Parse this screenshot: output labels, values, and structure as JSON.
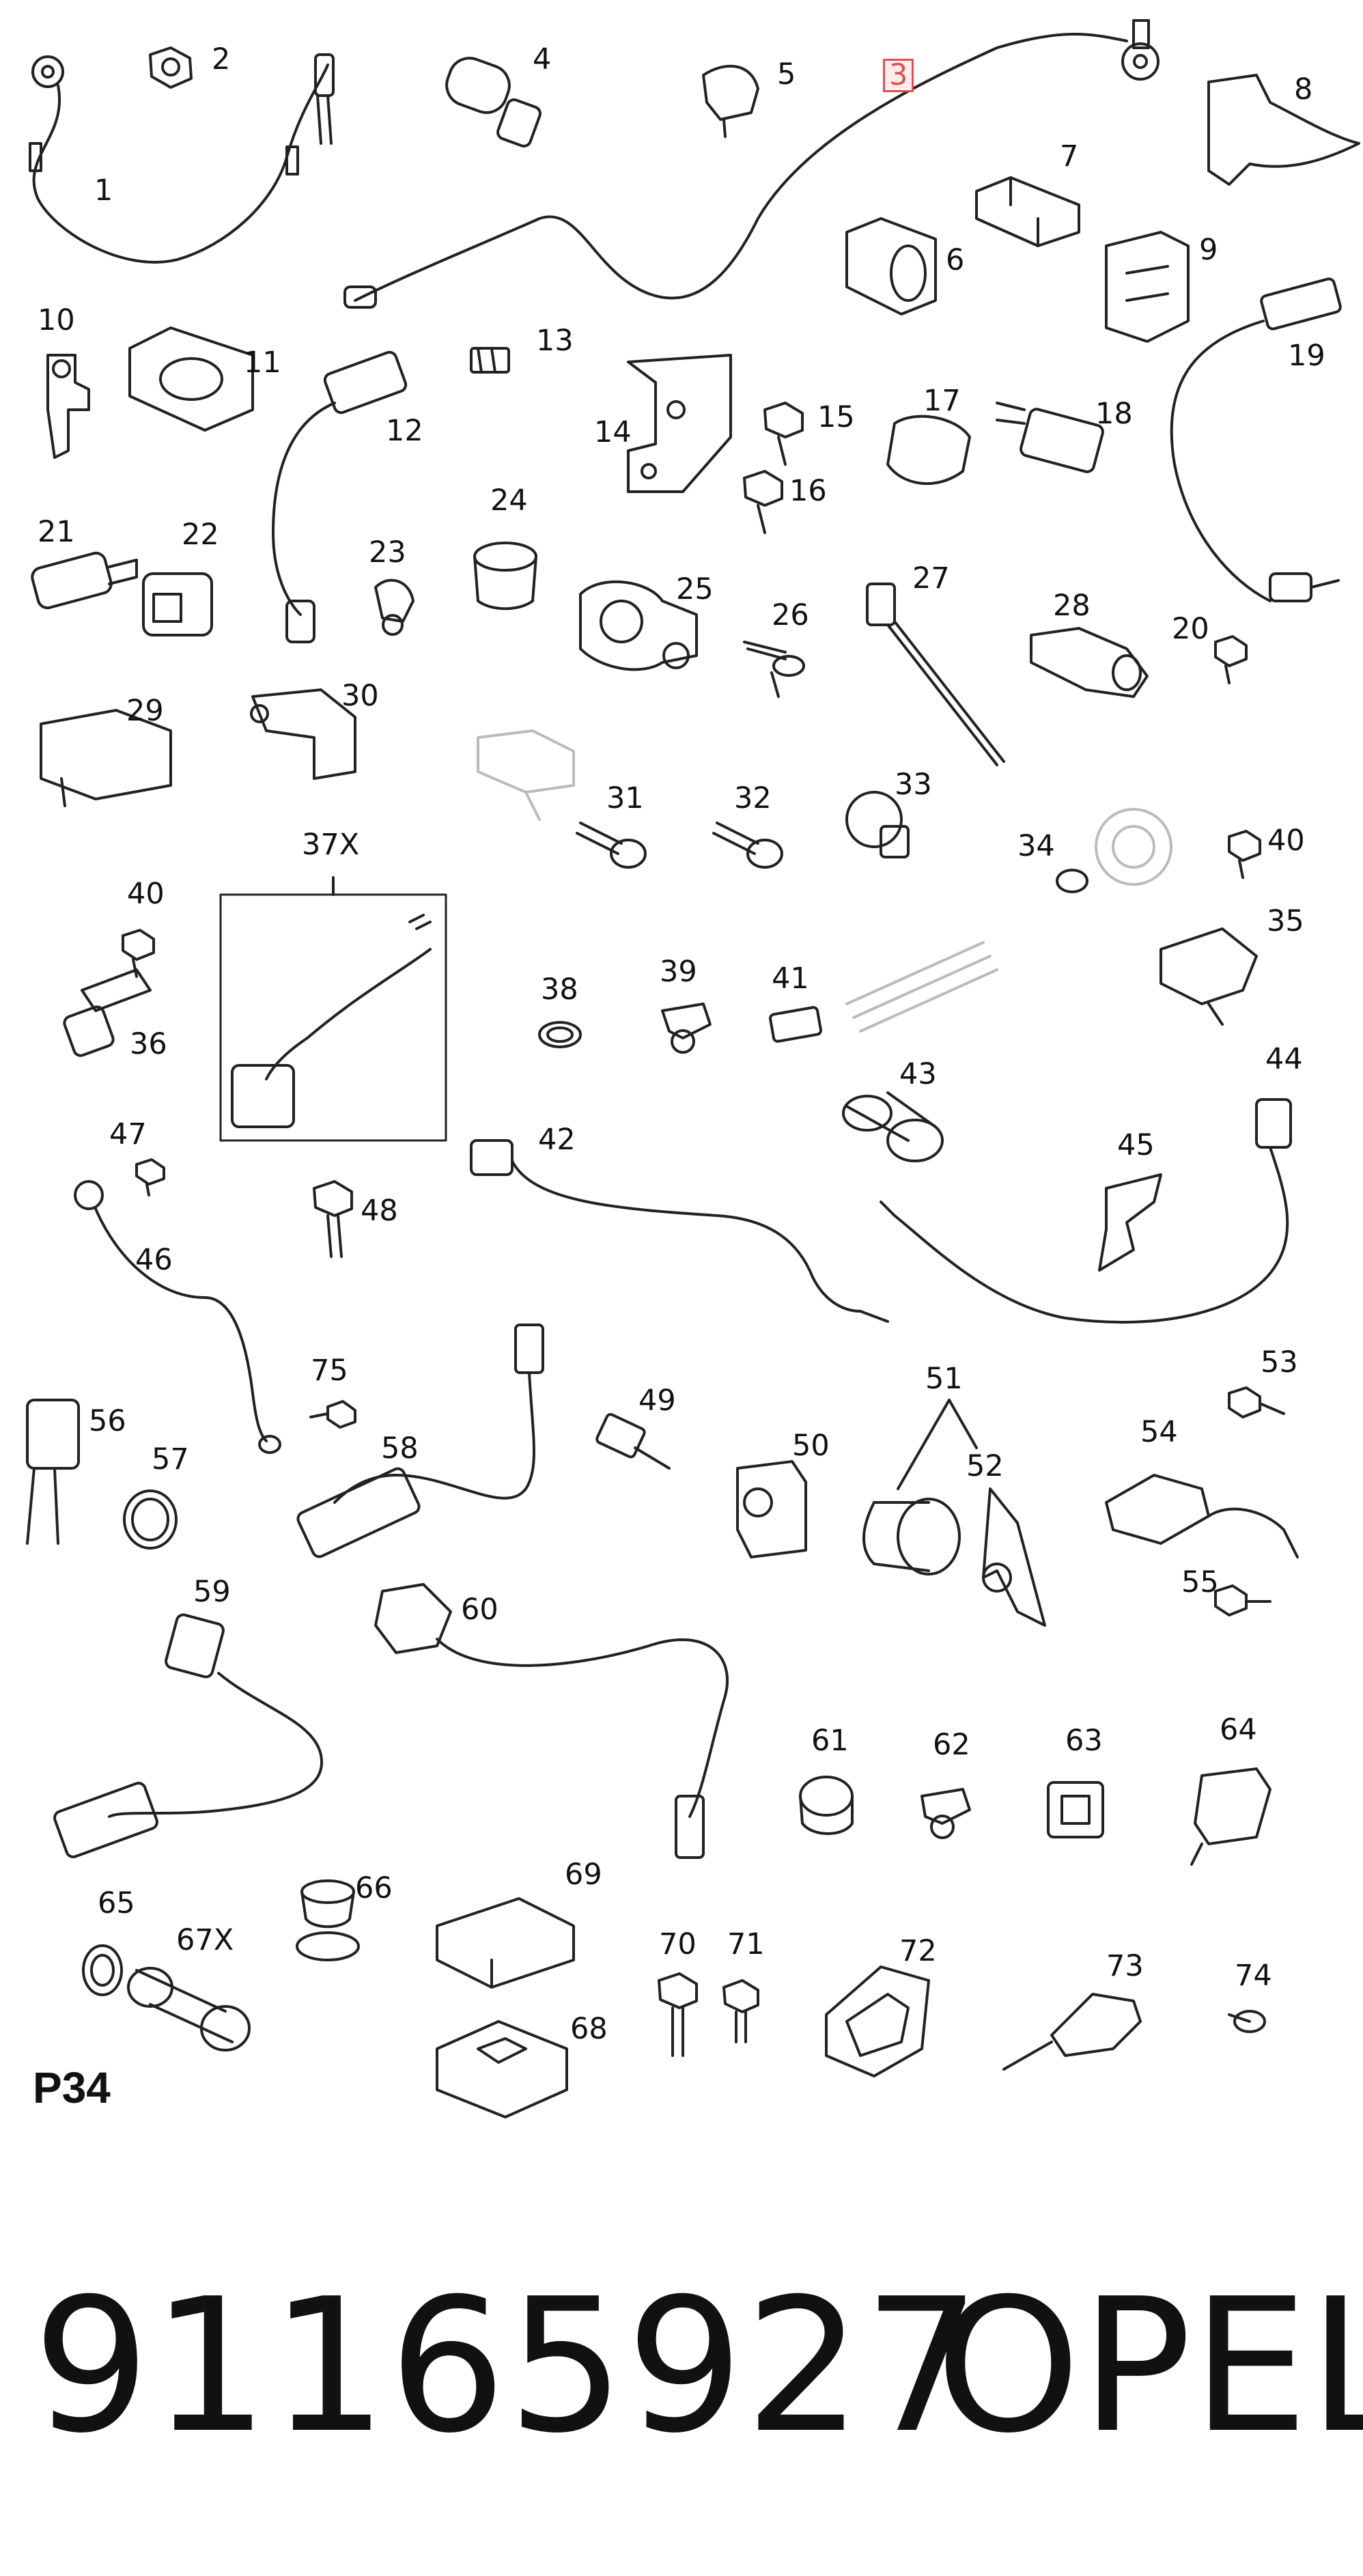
{
  "diagram": {
    "section_code": "P34",
    "highlighted_callout": "3",
    "callouts": [
      "1",
      "2",
      "3",
      "4",
      "5",
      "6",
      "7",
      "8",
      "9",
      "10",
      "11",
      "12",
      "13",
      "14",
      "15",
      "16",
      "17",
      "18",
      "19",
      "20",
      "21",
      "22",
      "23",
      "24",
      "25",
      "26",
      "27",
      "28",
      "29",
      "30",
      "31",
      "32",
      "33",
      "34",
      "35",
      "36",
      "37X",
      "38",
      "39",
      "40",
      "40",
      "41",
      "42",
      "43",
      "44",
      "45",
      "46",
      "47",
      "48",
      "49",
      "50",
      "51",
      "52",
      "53",
      "54",
      "55",
      "56",
      "57",
      "58",
      "59",
      "60",
      "61",
      "62",
      "63",
      "64",
      "65",
      "66",
      "67X",
      "68",
      "69",
      "70",
      "71",
      "72",
      "73",
      "74",
      "75"
    ],
    "highlight_color": "#e05050"
  },
  "footer": {
    "part_number": "91165927",
    "brand": "OPEL"
  }
}
